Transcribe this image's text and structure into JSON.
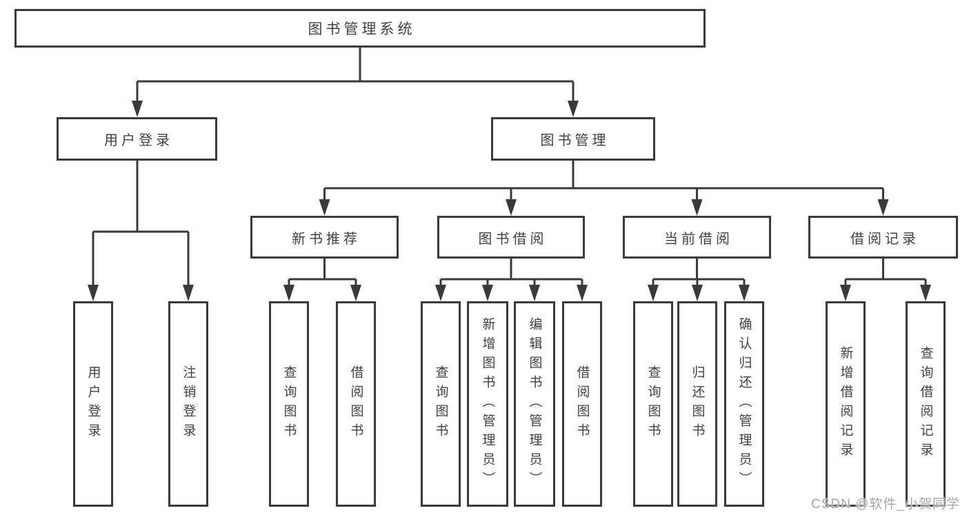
{
  "root": {
    "label": "图书管理系统"
  },
  "level1": {
    "user_login": {
      "label": "用户登录"
    },
    "book_management": {
      "label": "图书管理"
    }
  },
  "level2": {
    "new_book_recommendation": {
      "label": "新书推荐"
    },
    "book_borrowing": {
      "label": "图书借阅"
    },
    "current_borrowing": {
      "label": "当前借阅"
    },
    "borrowing_records": {
      "label": "借阅记录"
    }
  },
  "leaves": {
    "user_login": {
      "label": "用户登录"
    },
    "logout": {
      "label": "注销登录"
    },
    "recommend_query_books": {
      "label": "查询图书"
    },
    "recommend_borrow_books": {
      "label": "借阅图书"
    },
    "borrowing_query_books": {
      "label": "查询图书"
    },
    "borrowing_add_books_admin": {
      "label": "新增图书（管理员）"
    },
    "borrowing_edit_books_admin": {
      "label": "编辑图书（管理员）"
    },
    "borrowing_borrow_books": {
      "label": "借阅图书"
    },
    "current_query_books": {
      "label": "查询图书"
    },
    "current_return_books": {
      "label": "归还图书"
    },
    "current_confirm_return_admin": {
      "label": "确认归还（管理员）"
    },
    "records_add_borrow_record": {
      "label": "新增借阅记录"
    },
    "records_query_borrow_record": {
      "label": "查询借阅记录"
    }
  },
  "watermark": {
    "text": "CSDN @软件_小贺同学"
  },
  "colors": {
    "line": "#3a3a3a",
    "border": "#3a3a3a",
    "text": "#3d424a",
    "watermark": "#a6a6a6",
    "background": "#ffffff"
  }
}
